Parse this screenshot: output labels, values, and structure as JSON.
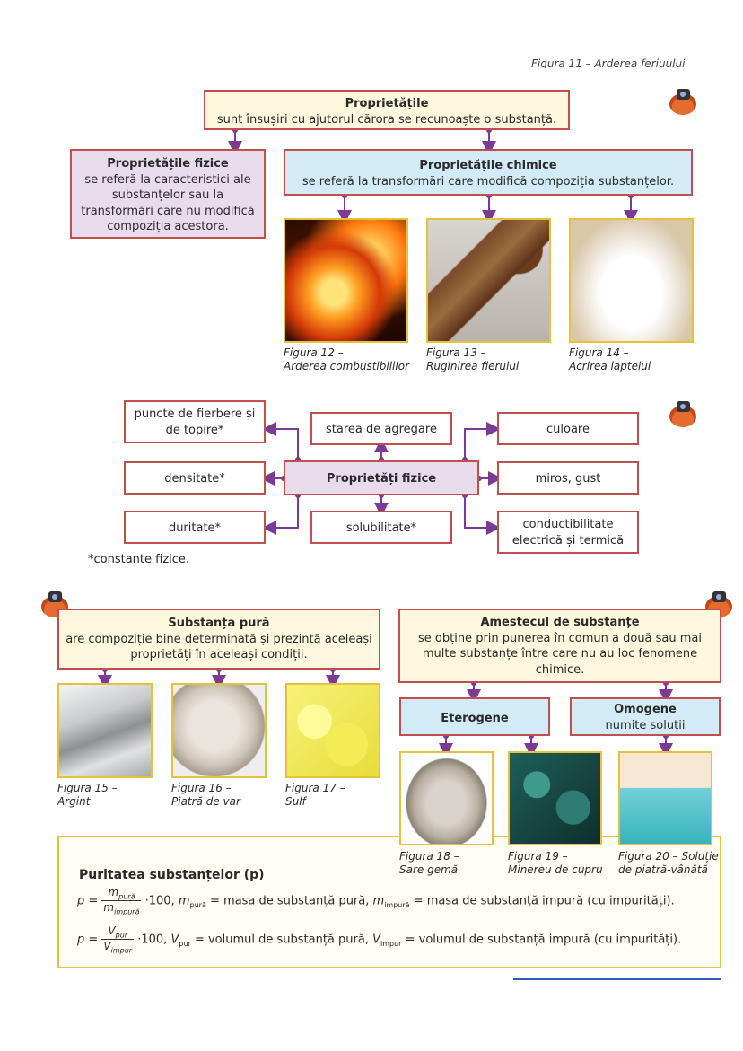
{
  "header": {
    "caption": "Figura 11 – Arderea feriuului"
  },
  "properties": {
    "title": "Proprietățile",
    "text": "sunt însușiri cu ajutorul cărora se recunoaște o substanță.",
    "physical": {
      "title": "Proprietățile fizice",
      "text": "se referă la caracteristici ale substanțelor sau la transformări care nu modifică compoziția acestora."
    },
    "chemical": {
      "title": "Proprietățile chimice",
      "text": "se referă la transformări care modifică compoziția substanțelor."
    },
    "figures": [
      {
        "label": "Figura 12 –",
        "caption": "Arderea combustibililor"
      },
      {
        "label": "Figura 13 –",
        "caption": "Ruginirea fierului"
      },
      {
        "label": "Figura 14 –",
        "caption": "Acrirea laptelui"
      }
    ]
  },
  "physical_map": {
    "center": "Proprietăți fizice",
    "items": {
      "boiling": "puncte de fierbere și de topire*",
      "aggregation": "starea de agregare",
      "color": "culoare",
      "density": "densitate*",
      "smell": "miros, gust",
      "hardness": "duritate*",
      "solubility": "solubilitate*",
      "conductivity": "conductibilitate electrică și termică"
    },
    "footnote": "*constante fizice."
  },
  "pure": {
    "title": "Substanța pură",
    "text": "are compoziție bine determinată și prezintă aceleași proprietăți în aceleași condiții.",
    "figures": [
      {
        "label": "Figura 15 –",
        "caption": "Argint"
      },
      {
        "label": "Figura 16 –",
        "caption": "Piatră de var"
      },
      {
        "label": "Figura 17 –",
        "caption": "Sulf"
      }
    ]
  },
  "mixture": {
    "title": "Amestecul de substanțe",
    "text": "se obține prin punerea în comun a două sau mai multe substanțe între care nu au loc fenomene chimice.",
    "hetero": "Eterogene",
    "homo_title": "Omogene",
    "homo_text": "numite soluții",
    "figures": [
      {
        "label": "Figura 18 –",
        "caption": "Sare gemă"
      },
      {
        "label": "Figura 19 –",
        "caption": "Minereu de cupru"
      },
      {
        "label": "Figura 20 – Soluție",
        "caption": "de piatră-vânătă"
      }
    ]
  },
  "purity": {
    "title": "Puritatea substanțelor (p)",
    "f1": {
      "lhs": "p =",
      "num": "m",
      "num_sub": "pură",
      "den": "m",
      "den_sub": "impură",
      "mult": "·100,",
      "desc1_var": "m",
      "desc1_sub": "pură",
      "desc1": "= masa de substanță pură,",
      "desc2_var": "m",
      "desc2_sub": "impură",
      "desc2": "= masa de substanță impură (cu impurități)."
    },
    "f2": {
      "lhs": "p =",
      "num": "V",
      "num_sub": "pur",
      "den": "V",
      "den_sub": "impur",
      "mult": "·100,",
      "desc1_var": "V",
      "desc1_sub": "pur",
      "desc1": "= volumul de substanță pură,",
      "desc2_var": "V",
      "desc2_sub": "impur",
      "desc2": "= volumul de substanță impură (cu impurități)."
    }
  }
}
